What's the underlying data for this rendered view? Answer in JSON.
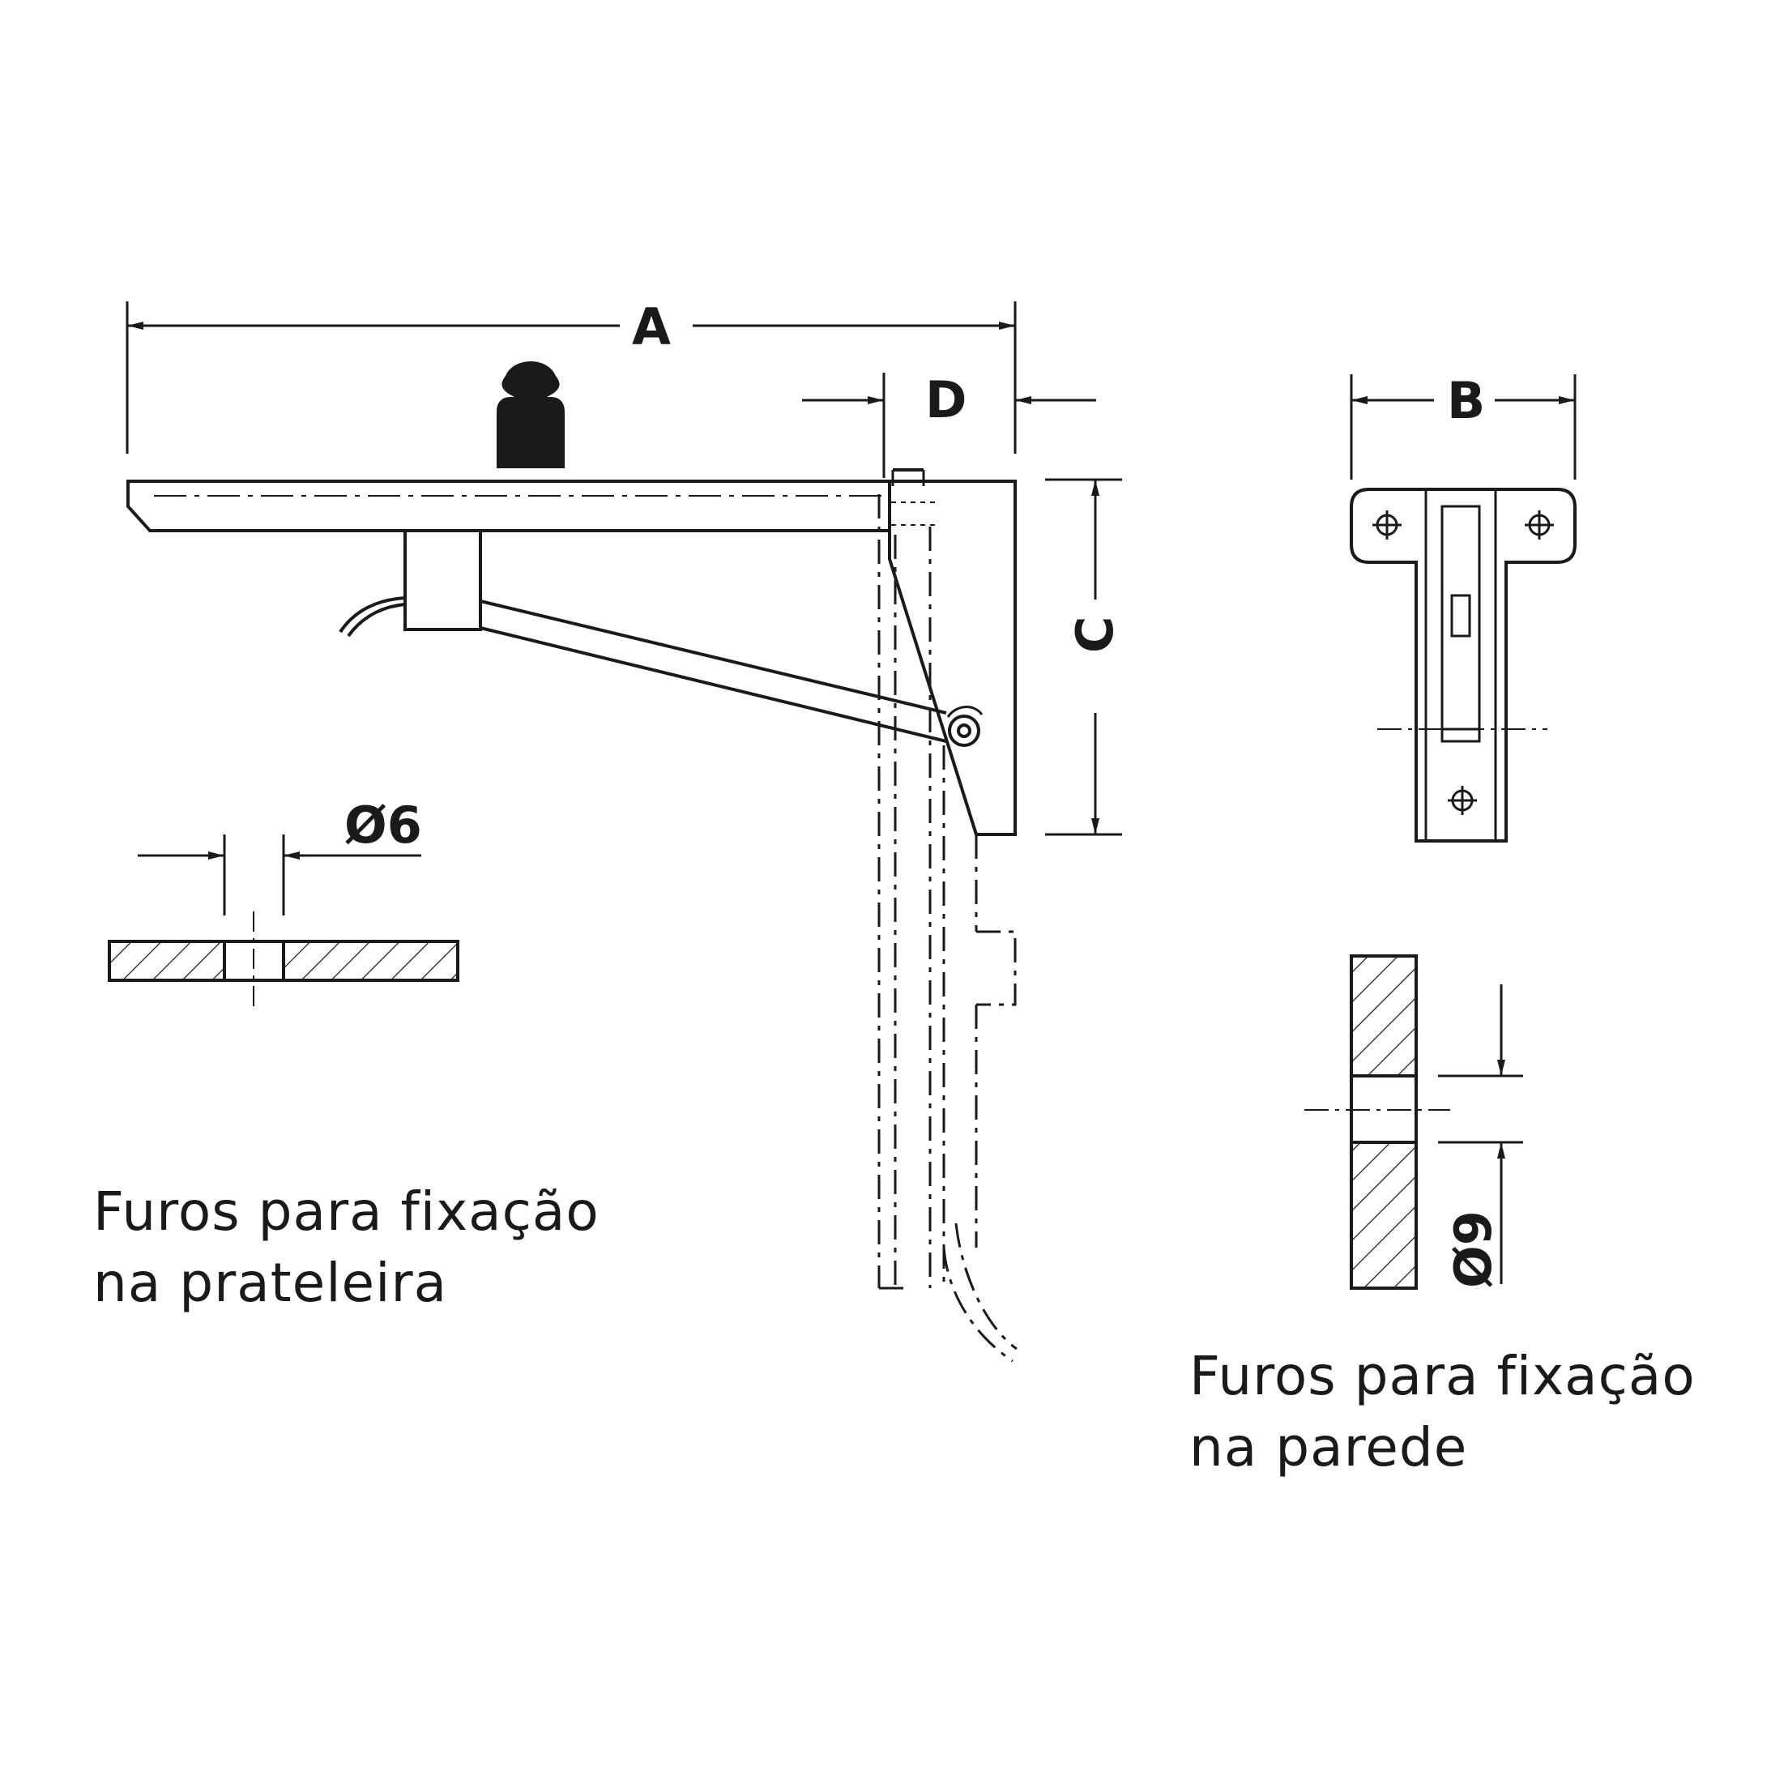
{
  "labels": {
    "dim_a": "A",
    "dim_b": "B",
    "dim_c": "C",
    "dim_d": "D",
    "hole_shelf": "Ø6",
    "hole_wall": "Ø9"
  },
  "captions": {
    "shelf_line1": "Furos para fixação",
    "shelf_line2": "na prateleira",
    "wall_line1": "Furos para fixação",
    "wall_line2": "na parede"
  },
  "colors": {
    "ink": "#1a1a1a",
    "background": "#ffffff"
  }
}
